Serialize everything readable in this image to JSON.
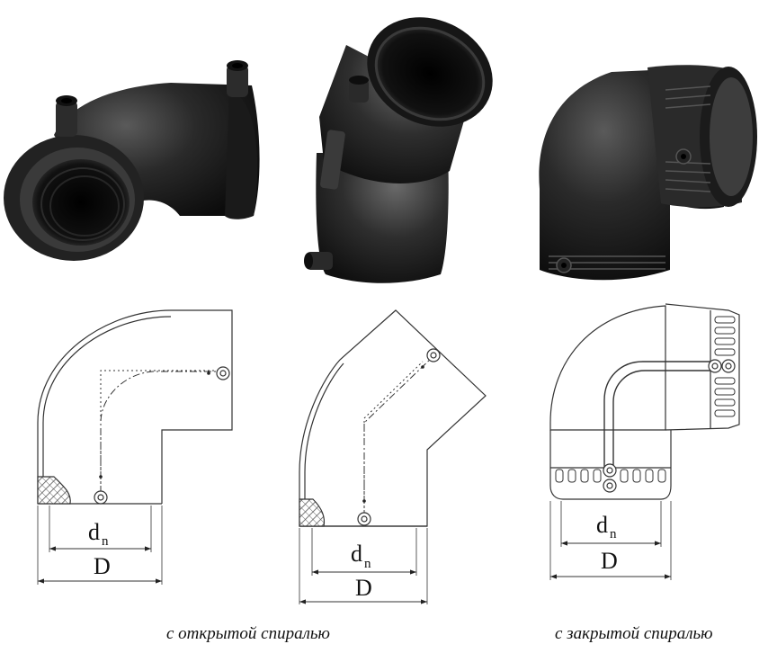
{
  "labels": {
    "dn_main": "d",
    "dn_sub": "n",
    "outer": "D"
  },
  "captions": {
    "left": "с открытой спиралью",
    "right": "с закрытой спиралью"
  },
  "products": [
    {
      "name": "elbow-90-open-spiral"
    },
    {
      "name": "elbow-45"
    },
    {
      "name": "elbow-90-closed-spiral"
    }
  ],
  "colors": {
    "fitting": "#1e1e1e",
    "line": "#333333",
    "hatch": "#555555"
  }
}
